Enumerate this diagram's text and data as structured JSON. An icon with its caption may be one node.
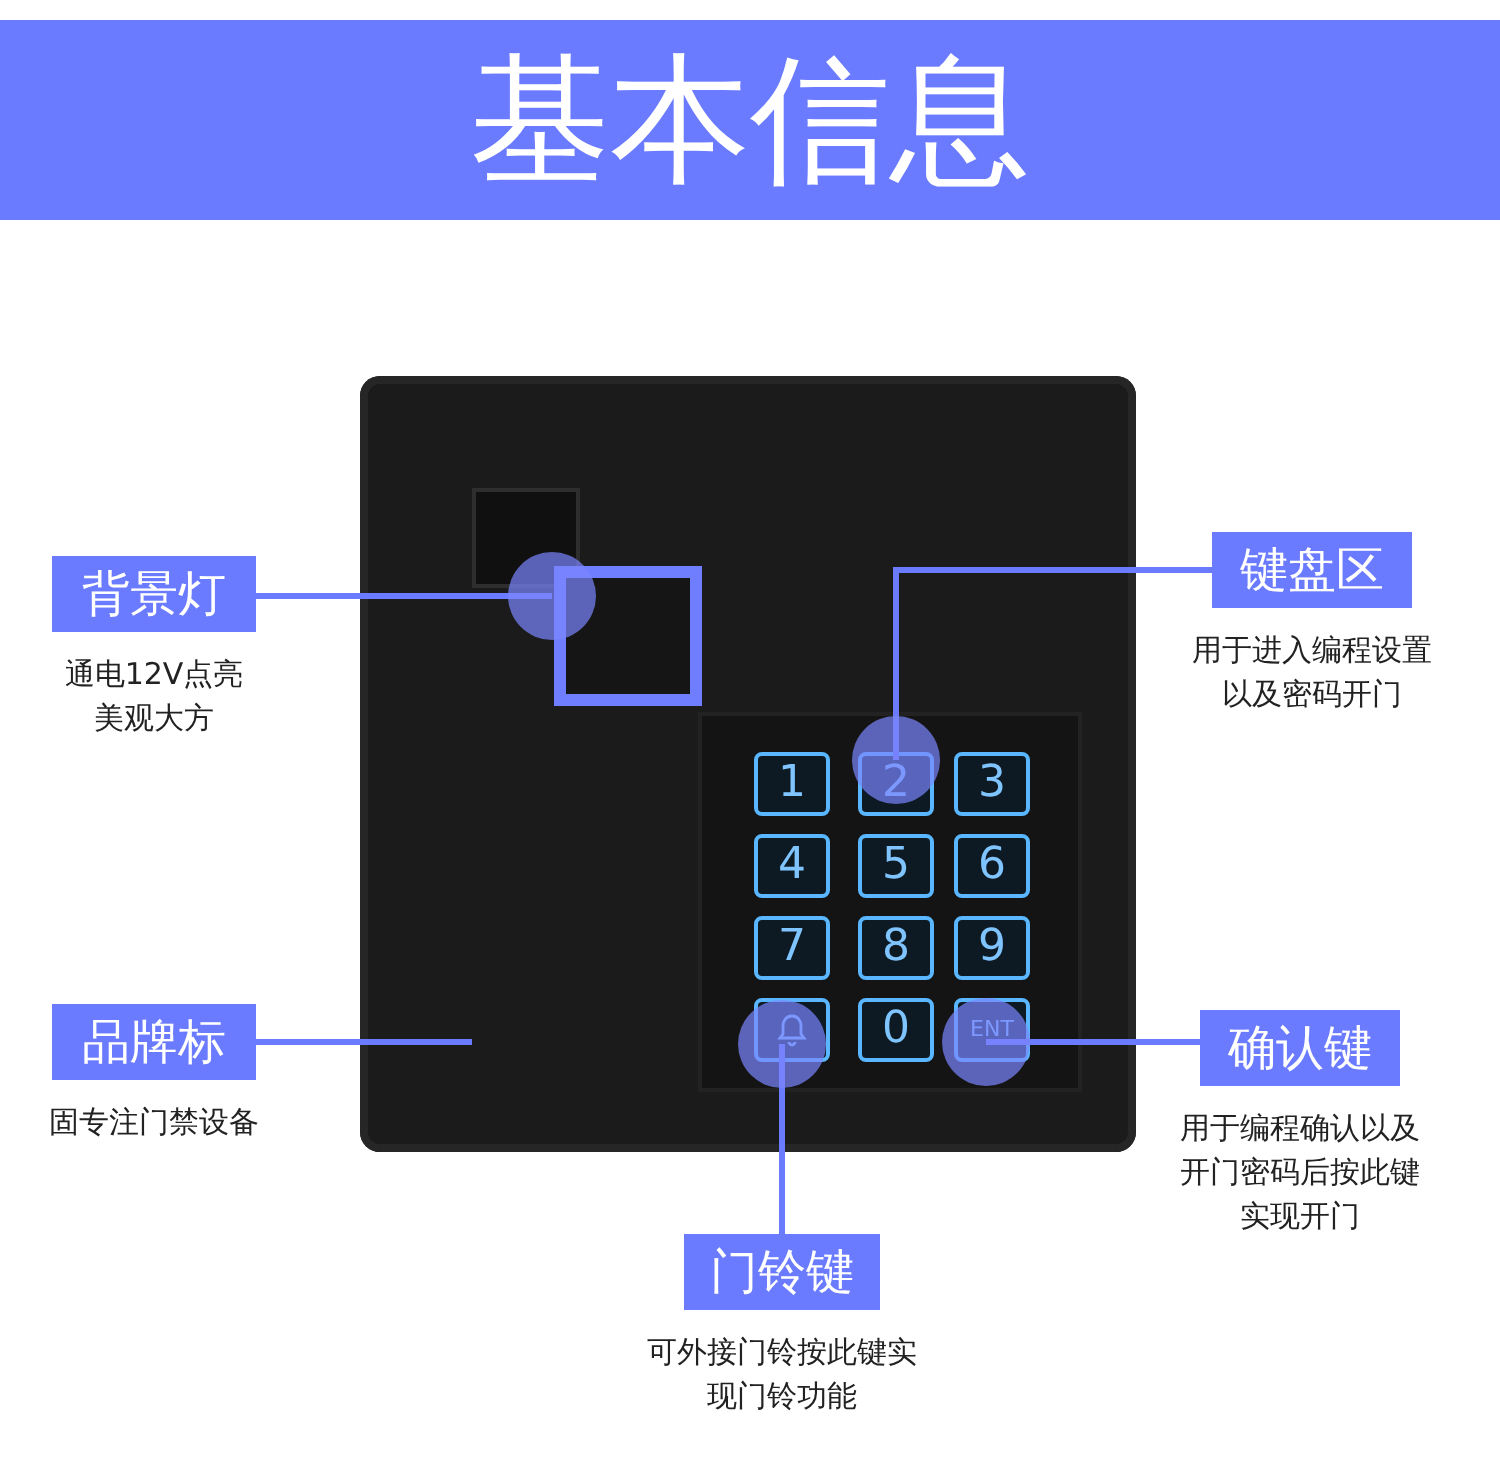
{
  "diagram": {
    "title": "基本信息",
    "nodes": [
      {
        "text": [],
        "shape": "box"
      },
      {
        "text": [],
        "shape": "box",
        "in": 0
      },
      {
        "text": [],
        "shape": "box",
        "in": 0
      },
      {
        "text": [
          "1"
        ],
        "in": 2
      },
      {
        "text": [
          "2"
        ],
        "in": 2
      },
      {
        "text": [
          "3"
        ],
        "in": 2
      },
      {
        "text": [
          "4"
        ],
        "in": 2
      },
      {
        "text": [
          "5"
        ],
        "in": 2
      },
      {
        "text": [
          "6"
        ],
        "in": 2
      },
      {
        "text": [
          "7"
        ],
        "in": 2
      },
      {
        "text": [
          "8"
        ],
        "in": 2
      },
      {
        "text": [
          "9"
        ],
        "in": 2
      },
      {
        "text": [],
        "shape": "box",
        "in": 2
      },
      {
        "text": [
          "0"
        ],
        "in": 2
      },
      {
        "text": [
          "ENT"
        ],
        "in": 2
      },
      {
        "text": [
          "背景灯",
          "通电12V点亮美观大方"
        ]
      },
      {
        "text": [
          "键盘区",
          "用于进入编程设置以及密码开门"
        ]
      },
      {
        "text": [
          "品牌标",
          "固专注门禁设备"
        ]
      },
      {
        "text": [
          "确认键",
          "用于编程确认以及开门密码后按此键实现开门"
        ]
      },
      {
        "text": [
          "门铃键",
          "可外接门铃按此键实现门铃功能"
        ]
      }
    ],
    "edges": [
      {
        "from": 15,
        "to": 1,
        "arrow": "other"
      },
      {
        "from": 16,
        "to": 2,
        "arrow": "other"
      },
      {
        "from": 17,
        "to": null,
        "arrow": "none"
      },
      {
        "from": 18,
        "to": 14,
        "arrow": "other"
      },
      {
        "from": 19,
        "to": 12,
        "arrow": "other"
      }
    ]
  }
}
